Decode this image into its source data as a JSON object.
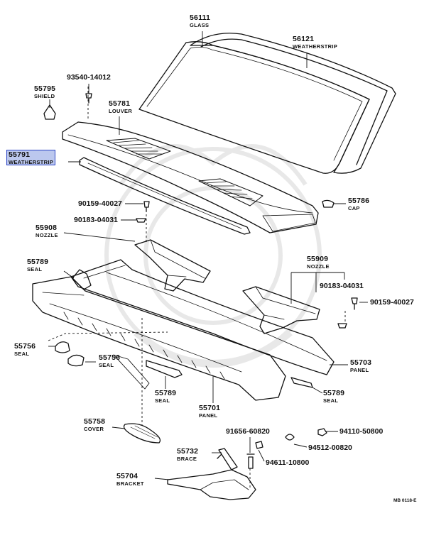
{
  "parts": {
    "glass": {
      "number": "56111",
      "name": "GLASS"
    },
    "weatherstrip_glass": {
      "number": "56121",
      "name": "WEATHERSTRIP"
    },
    "screw_93540": {
      "number": "93540-14012"
    },
    "shield": {
      "number": "55795",
      "name": "SHIELD"
    },
    "louver": {
      "number": "55781",
      "name": "LOUVER"
    },
    "weatherstrip_cowl": {
      "number": "55791",
      "name": "WEATHERSTRIP"
    },
    "clip_90159_left": {
      "number": "90159-40027"
    },
    "cap": {
      "number": "55786",
      "name": "CAP"
    },
    "clip_90183_left": {
      "number": "90183-04031"
    },
    "nozzle_left": {
      "number": "55908",
      "name": "NOZZLE"
    },
    "nozzle_right": {
      "number": "55909",
      "name": "NOZZLE"
    },
    "clip_90183_right": {
      "number": "90183-04031"
    },
    "clip_90159_right": {
      "number": "90159-40027"
    },
    "seal_55789_upper": {
      "number": "55789",
      "name": "SEAL"
    },
    "seal_55756_a": {
      "number": "55756",
      "name": "SEAL"
    },
    "seal_55756_b": {
      "number": "55756",
      "name": "SEAL"
    },
    "panel_55703": {
      "number": "55703",
      "name": "PANEL"
    },
    "seal_55789_mid": {
      "number": "55789",
      "name": "SEAL"
    },
    "panel_55701": {
      "number": "55701",
      "name": "PANEL"
    },
    "seal_55789_right": {
      "number": "55789",
      "name": "SEAL"
    },
    "cover": {
      "number": "55758",
      "name": "COVER"
    },
    "bolt_91656": {
      "number": "91656-60820"
    },
    "nut_94110": {
      "number": "94110-50800"
    },
    "washer_94512": {
      "number": "94512-00820"
    },
    "brace": {
      "number": "55732",
      "name": "BRACE"
    },
    "nut_94611": {
      "number": "94611-10800"
    },
    "bracket": {
      "number": "55704",
      "name": "BRACKET"
    }
  },
  "footer_code": "MB 0118-E",
  "colors": {
    "line": "#111111",
    "highlight_fill": "#bcc8ee",
    "highlight_border": "#2b44c4",
    "watermark": "#e6e6e6"
  }
}
